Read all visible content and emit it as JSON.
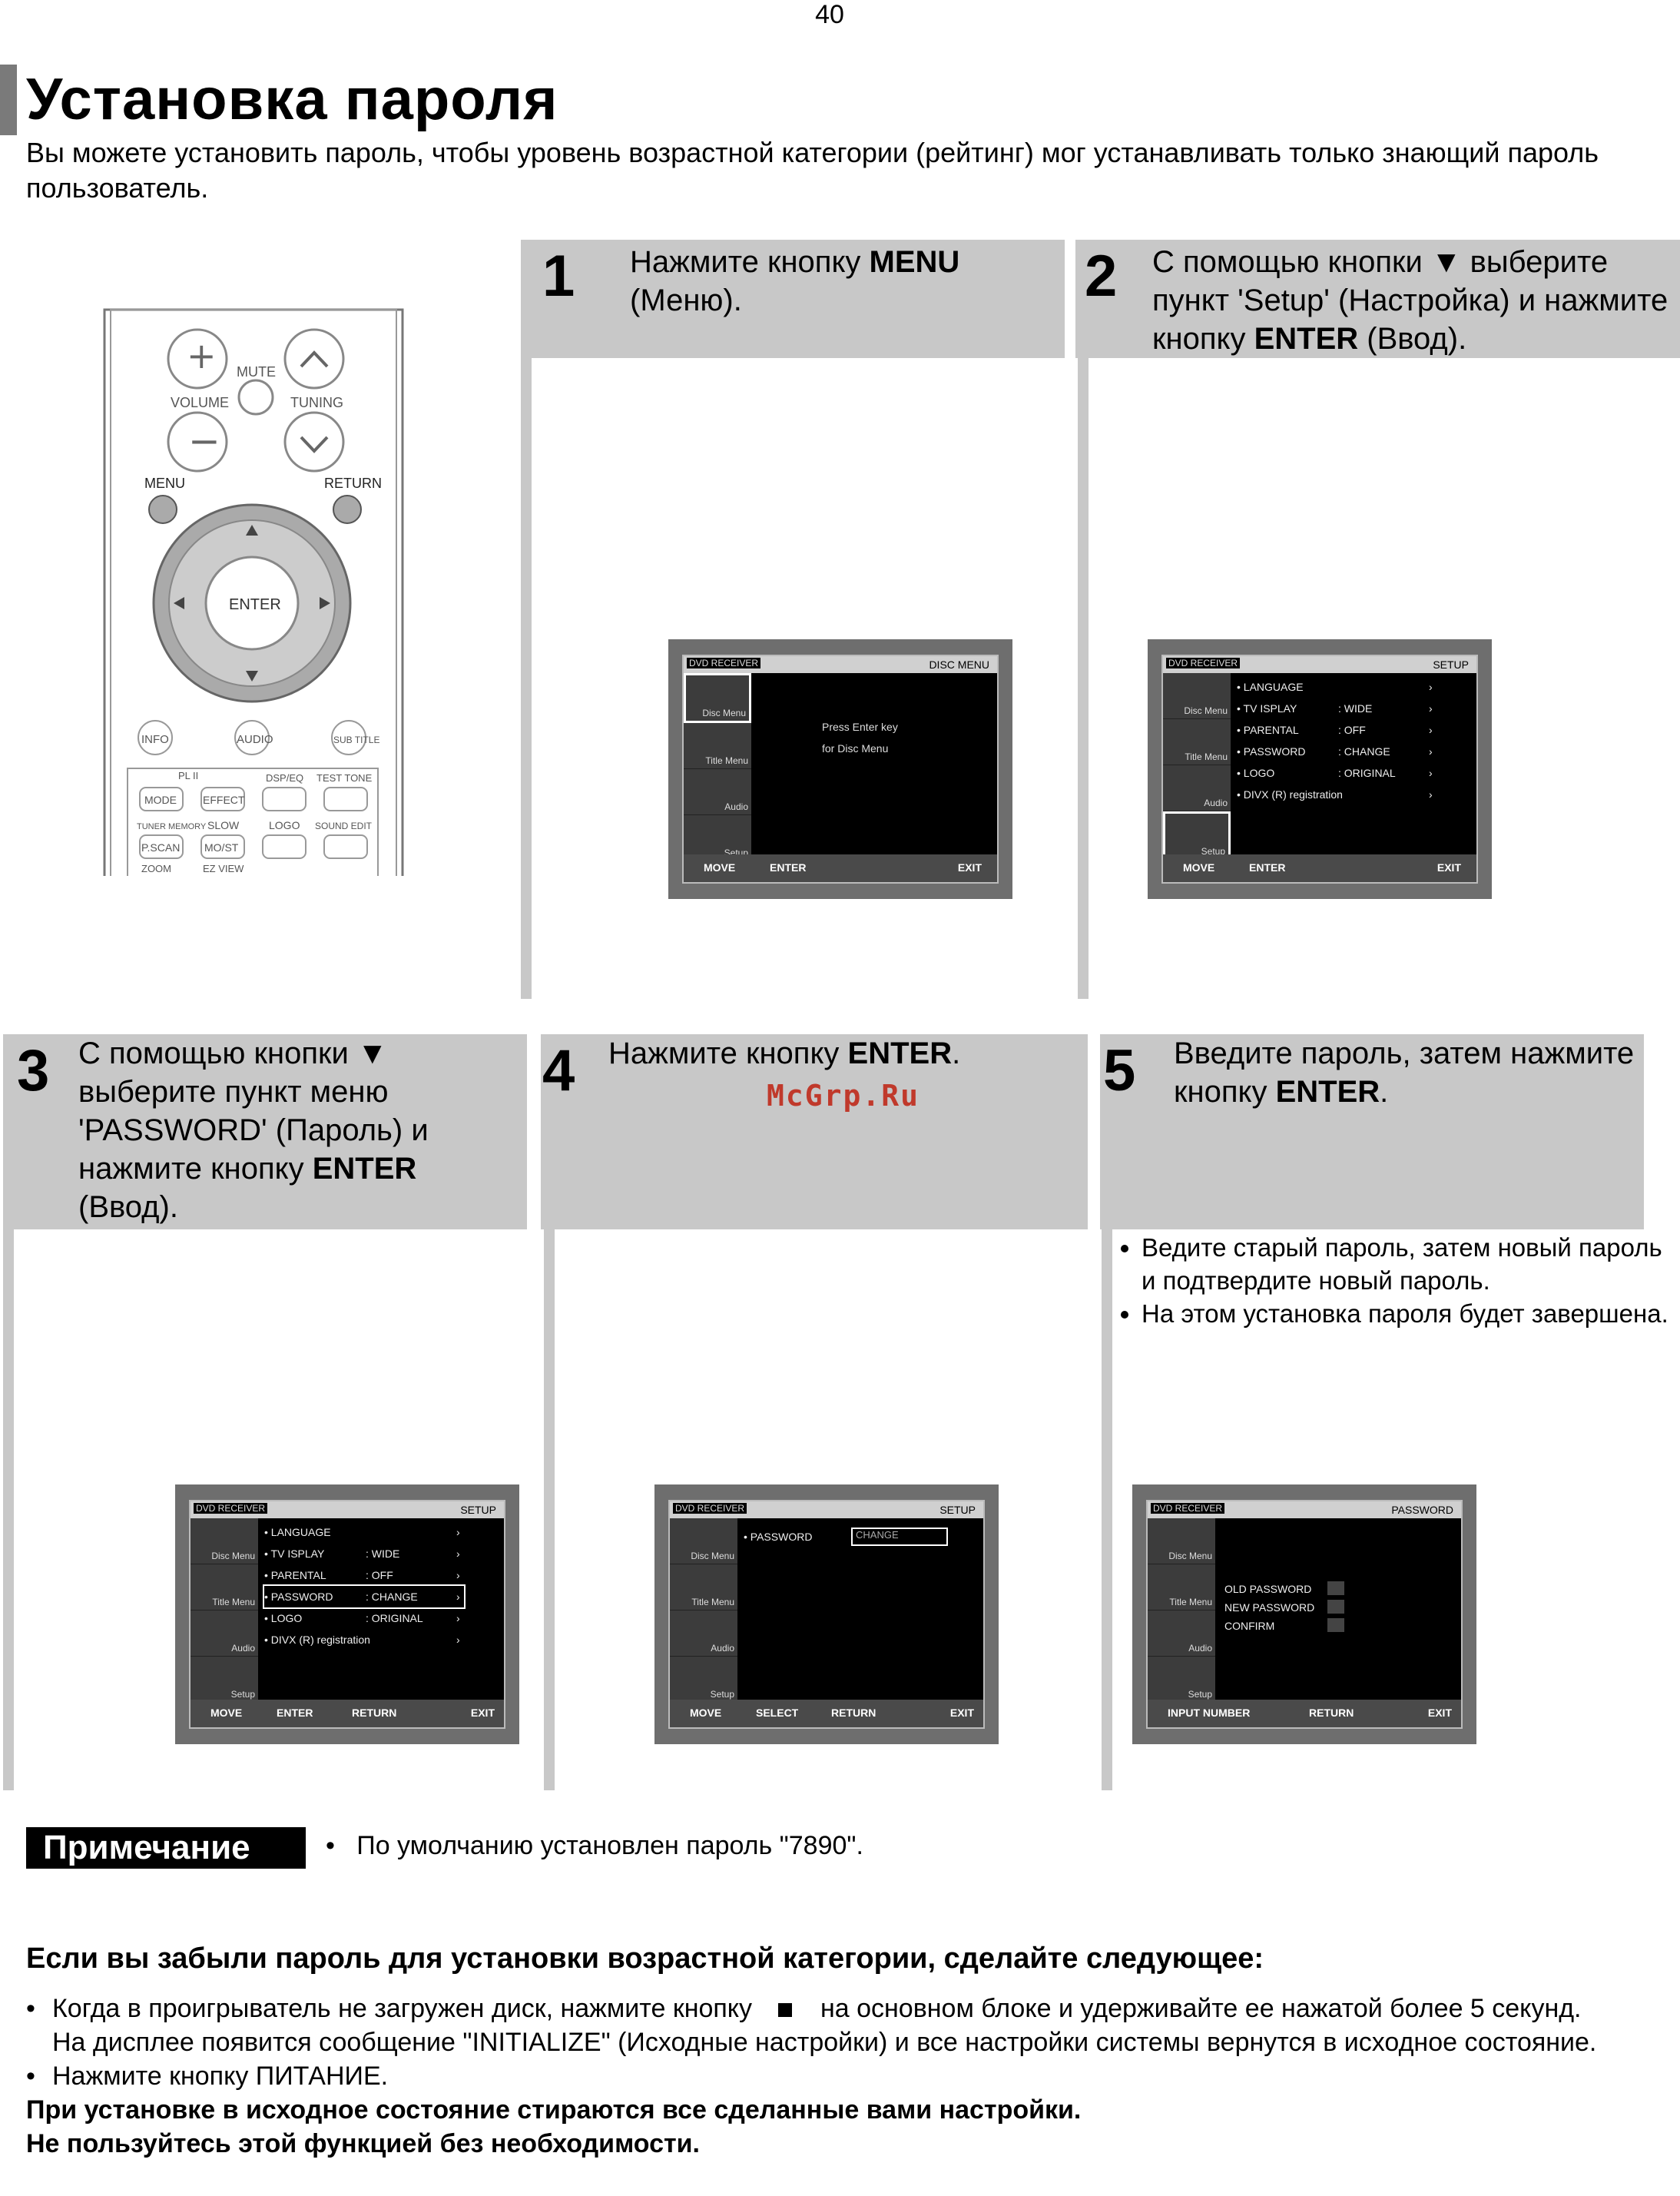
{
  "page_number": "40",
  "title": "Установка пароля",
  "intro": "Вы можете установить пароль, чтобы уровень возрастной категории (рейтинг) мог устанавливать только знающий пароль пользователь.",
  "watermark": "McGrp.Ru",
  "steps": [
    {
      "num": "1",
      "pre": "Нажмите кнопку ",
      "bold": "MENU",
      "post": " (Меню).",
      "bold2": "",
      "post2": ""
    },
    {
      "num": "2",
      "pre": "С помощью кнопки ▼ выберите пункт 'Setup' (Настройка) и нажмите кнопку ",
      "bold": "ENTER",
      "post": " (Ввод).",
      "bold2": "",
      "post2": ""
    },
    {
      "num": "3",
      "pre": "С помощью кнопки ▼ выберите пункт меню 'PASSWORD' (Пароль) и нажмите кнопку ",
      "bold": "ENTER",
      "post": " (Ввод).",
      "bold2": "",
      "post2": ""
    },
    {
      "num": "4",
      "pre": "Нажмите кнопку ",
      "bold": "ENTER",
      "post": ".",
      "bold2": "",
      "post2": ""
    },
    {
      "num": "5",
      "pre": "Введите пароль, затем нажмите кнопку ",
      "bold": "ENTER",
      "post": ".",
      "bold2": "",
      "post2": ""
    }
  ],
  "step5_bullets": [
    "Ведите старый пароль, затем новый пароль и подтвердите новый пароль.",
    "На этом установка пароля будет завершена."
  ],
  "remote": {
    "mute": "MUTE",
    "volume": "VOLUME",
    "tuning": "TUNING",
    "menu": "MENU",
    "return": "RETURN",
    "enter": "ENTER",
    "info": "INFO",
    "audio": "AUDIO",
    "subtitle": "SUB TITLE",
    "pl2": "PL II",
    "dsp_eq": "DSP/EQ",
    "test_tone": "TEST TONE",
    "mode": "MODE",
    "effect": "EFFECT",
    "tuner_memory": "TUNER MEMORY",
    "slow": "SLOW",
    "logo": "LOGO",
    "sound_edit": "SOUND EDIT",
    "pscan": "P.SCAN",
    "most": "MO/ST",
    "zoom": "ZOOM",
    "ezview": "EZ VIEW"
  },
  "screens": {
    "side_items": [
      "Disc Menu",
      "Title Menu",
      "Audio",
      "Setup"
    ],
    "header_left": "DVD RECEIVER",
    "s1": {
      "header": "DISC MENU",
      "msg1": "Press Enter key",
      "msg2": "for Disc Menu",
      "bottom": [
        "MOVE",
        "ENTER",
        "EXIT"
      ]
    },
    "s2": {
      "header": "SETUP",
      "rows": [
        {
          "label": "LANGUAGE",
          "value": ""
        },
        {
          "label": "TV   ISPLAY",
          "value": "WIDE"
        },
        {
          "label": "PARENTAL",
          "value": "OFF"
        },
        {
          "label": "PASSWORD",
          "value": "CHANGE"
        },
        {
          "label": "LOGO",
          "value": "ORIGINAL"
        },
        {
          "label": "DIVX (R) registration",
          "value": ""
        }
      ],
      "bottom": [
        "MOVE",
        "ENTER",
        "EXIT"
      ]
    },
    "s3": {
      "header": "SETUP",
      "bottom": [
        "MOVE",
        "ENTER",
        "RETURN",
        "EXIT"
      ]
    },
    "s4": {
      "header": "SETUP",
      "label": "PASSWORD",
      "value": "CHANGE",
      "bottom": [
        "MOVE",
        "SELECT",
        "RETURN",
        "EXIT"
      ]
    },
    "s5": {
      "header": "PASSWORD",
      "fields": [
        "OLD PASSWORD",
        "NEW PASSWORD",
        "CONFIRM"
      ],
      "bottom": [
        "INPUT NUMBER",
        "RETURN",
        "EXIT"
      ]
    }
  },
  "note": {
    "label": "Примечание",
    "text": "По умолчанию установлен пароль \"7890\"."
  },
  "forgot": {
    "title": "Если вы забыли пароль для установки возрастной категории, сделайте следующее:",
    "item1_a": "Когда в проигрыватель не загружен диск, нажмите кнопку",
    "item1_b": "на основном блоке и удерживайте ее нажатой более 5 секунд.",
    "item1_c": "На дисплее появится сообщение \"INITIALIZE\" (Исходные настройки) и все настройки системы вернутся в исходное состояние.",
    "item2": "Нажмите кнопку ПИТАНИЕ.",
    "warn1": "При установке в исходное состояние стираются все сделанные вами настройки.",
    "warn2": "Не пользуйтесь этой функцией без необходимости."
  }
}
